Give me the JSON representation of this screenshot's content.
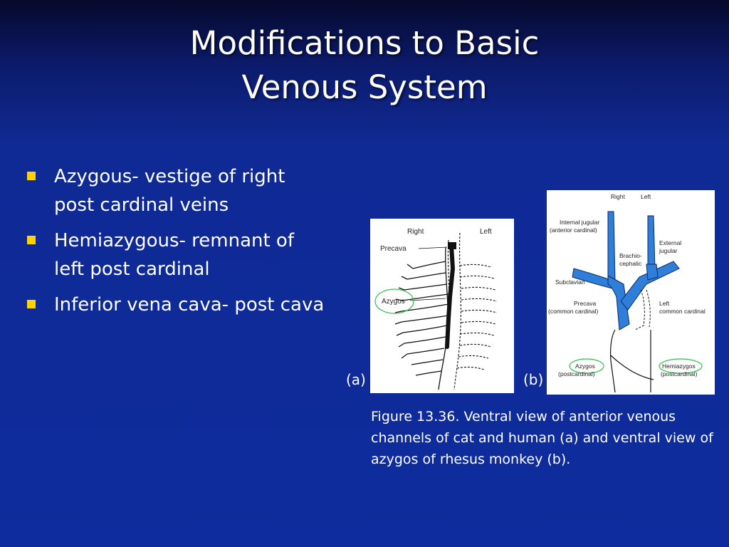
{
  "slide": {
    "title_line1": "Modifications to Basic",
    "title_line2": "Venous System",
    "bullets": [
      "Azygous- vestige of right post cardinal veins",
      "Hemiazygous- remnant of left post cardinal",
      "Inferior vena cava- post cava"
    ],
    "caption": "Figure 13.36.  Ventral view of anterior venous channels of cat and human (a) and ventral view of azygos of rhesus monkey (b).",
    "colors": {
      "bullet": "#ffd200",
      "vein": "#2f7fd8",
      "background": "#0f2c9e"
    }
  },
  "figure_a": {
    "panel_label": "(a)",
    "right": "Right",
    "left": "Left",
    "precava": "Precava",
    "azygos": "Azygos"
  },
  "figure_b": {
    "panel_label": "(b)",
    "right": "Right",
    "left": "Left",
    "internal_jugular_1": "Internal jugular",
    "internal_jugular_2": "(anterior cardinal)",
    "external_jugular_1": "External",
    "external_jugular_2": "jugular",
    "brachio_1": "Brachio-",
    "brachio_2": "cephalic",
    "subclavian": "Subclavian",
    "precava_1": "Precava",
    "precava_2": "(common cardinal)",
    "left_common_1": "Left",
    "left_common_2": "common cardinal",
    "azygos_1": "Azygos",
    "azygos_2": "(postcardinal)",
    "hemiazygos_1": "Hemiazygos",
    "hemiazygos_2": "(postcardinal)"
  }
}
